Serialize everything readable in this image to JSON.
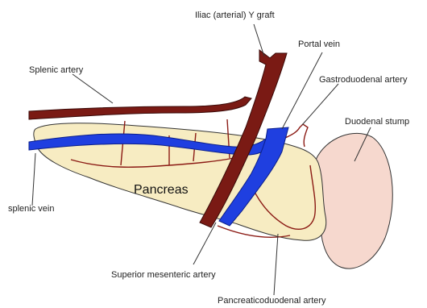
{
  "labels": {
    "iliac_graft": "Iliac (arterial) Y graft",
    "portal_vein": "Portal vein",
    "splenic_artery": "Splenic artery",
    "gastroduodenal_artery": "Gastroduodenal artery",
    "duodenal_stump": "Duodenal stump",
    "splenic_vein": "splenic vein",
    "pancreas": "Pancreas",
    "superior_mesenteric_artery": "Superior mesenteric artery",
    "pancreaticoduodenal_artery": "Pancreaticoduodenal artery"
  },
  "colors": {
    "artery": "#7a1a14",
    "artery_outline": "#3a0a08",
    "vein": "#1f3fe0",
    "vein_outline": "#0b1f8a",
    "pancreas_fill": "#f7ecc2",
    "duodenum_fill": "#f6d8ce",
    "small_vessel": "#8b1a14"
  }
}
